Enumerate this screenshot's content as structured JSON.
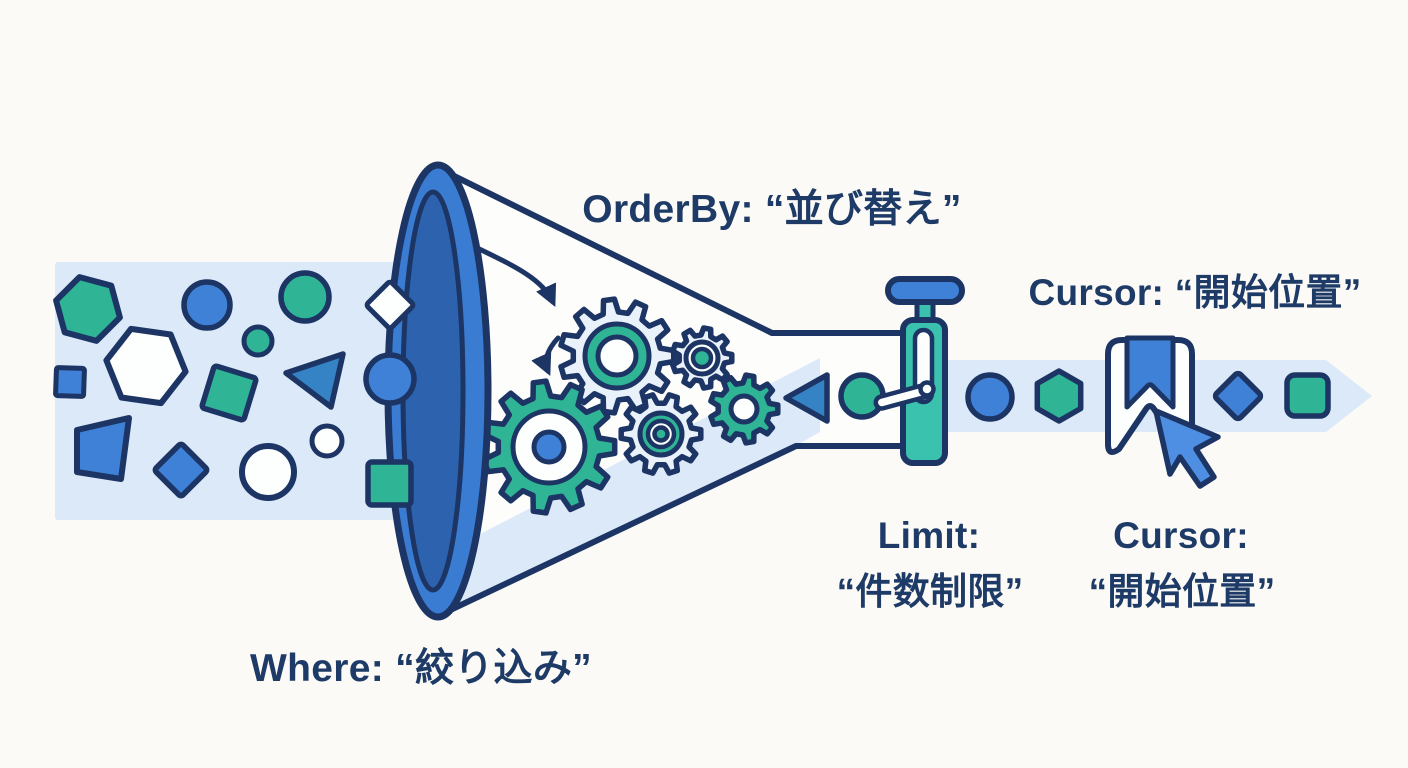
{
  "labels": {
    "orderby": "OrderBy: “並び替え”",
    "cursor_top": "Cursor: “開始位置”",
    "limit_line1": "Limit:",
    "limit_line2": "“件数制限”",
    "cursor_bottom_line1": "Cursor:",
    "cursor_bottom_line2": "“開始位置”",
    "where": "Where: “絞り込み”"
  },
  "palette": {
    "outline_navy": "#1c3564",
    "text_navy": "#1e3a66",
    "blue": "#3e81d6",
    "steel_blue": "#3583c4",
    "funnel_ring_blue": "#3a7cd2",
    "funnel_inner_blue": "#2d63ae",
    "teal": "#2fb596",
    "valve_teal": "#3bc2ae",
    "stream_band": "#dbe9f8",
    "gear_light": "#e9f1fa",
    "cursor_blue": "#4f8fe3",
    "background": "#fbfaf6"
  },
  "icons": [
    "funnel-icon",
    "gear-icon",
    "valve-icon",
    "bookmark-icon",
    "cursor-pointer-icon",
    "arrow-icon"
  ]
}
